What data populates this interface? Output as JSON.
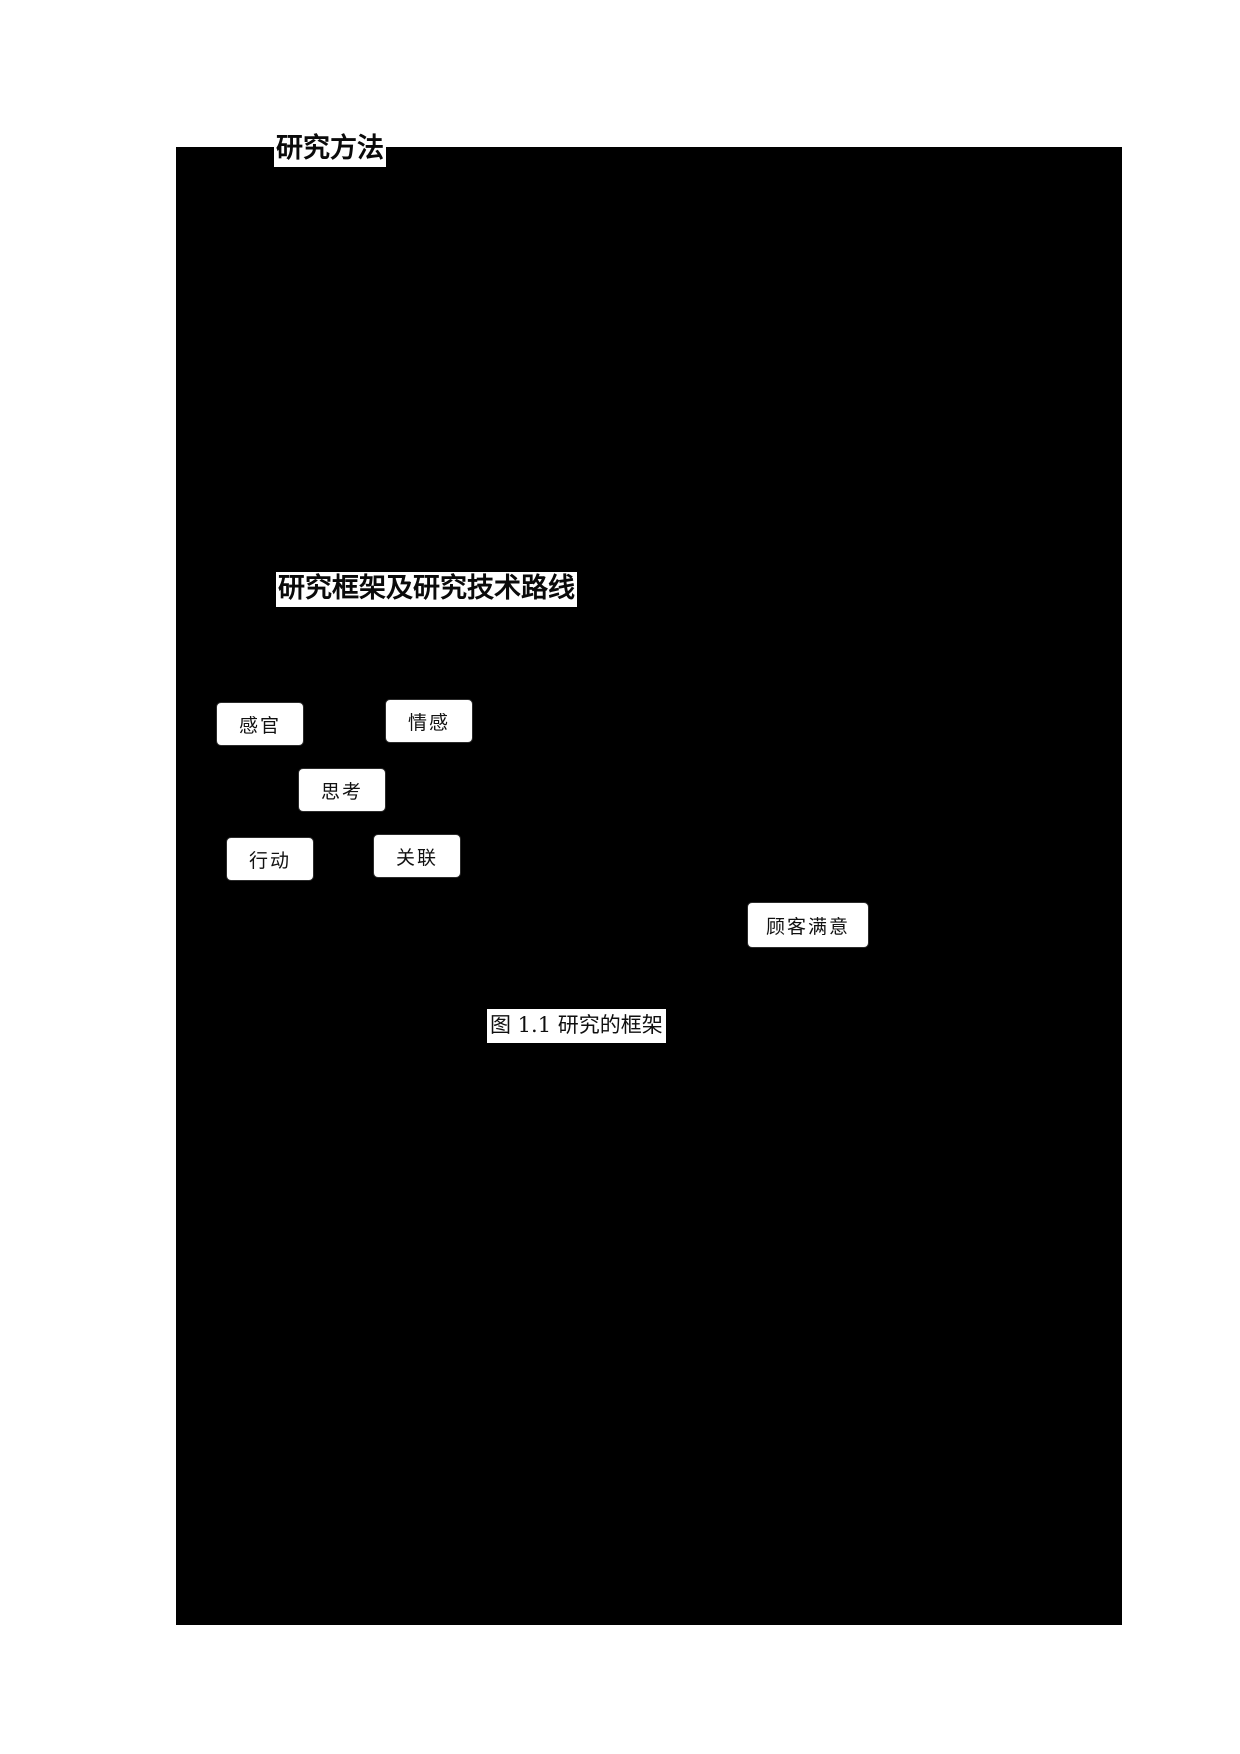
{
  "page": {
    "background_color": "#ffffff",
    "plate_color": "#000000",
    "text_highlight_color": "#ffffff",
    "text_color": "#111111"
  },
  "headings": {
    "research_method": "研究方法",
    "research_framework": "研究框架及研究技术路线"
  },
  "diagram": {
    "nodes": [
      {
        "id": "sense",
        "label": "感官"
      },
      {
        "id": "emotion",
        "label": "情感"
      },
      {
        "id": "think",
        "label": "思考"
      },
      {
        "id": "action",
        "label": "行动"
      },
      {
        "id": "relate",
        "label": "关联"
      },
      {
        "id": "satisfaction",
        "label": "顾客满意"
      }
    ],
    "node_border_color": "#2b2b2b",
    "node_fill_color": "#ffffff"
  },
  "figure": {
    "caption": "图 1.1 研究的框架"
  }
}
